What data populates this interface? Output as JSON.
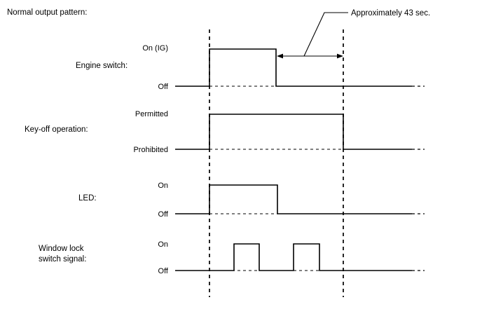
{
  "title": "Normal output pattern:",
  "annotation": {
    "text": "Approximately 43 sec."
  },
  "rows": [
    {
      "id": "engine-switch",
      "name": "Engine switch:",
      "high_label": "On (IG)",
      "low_label": "Off"
    },
    {
      "id": "key-off-operation",
      "name": "Key-off operation:",
      "high_label": "Permitted",
      "low_label": "Prohibited"
    },
    {
      "id": "led",
      "name": "LED:",
      "high_label": "On",
      "low_label": "Off"
    },
    {
      "id": "window-lock-switch-signal",
      "name_line1": "Window lock",
      "name_line2": "switch signal:",
      "high_label": "On",
      "low_label": "Off"
    }
  ],
  "chart_data": {
    "type": "line",
    "title": "Normal output pattern:",
    "xlabel": "",
    "ylabel": "",
    "xlim": [
      250,
      605
    ],
    "grid": false,
    "legend": null,
    "markers": [
      {
        "name": "t0-ignition-on",
        "x": 299
      },
      {
        "name": "t1-end-of-period",
        "x": 490
      }
    ],
    "annotations": [
      {
        "text": "Approximately 43 sec.",
        "from_x": 396,
        "to_x": 490,
        "y": 80,
        "style": "double-arrow"
      }
    ],
    "series": [
      {
        "name": "Engine switch",
        "high_label": "On (IG)",
        "low_label": "Off",
        "high_y": 70,
        "low_y": 123,
        "points": [
          [
            250,
            123
          ],
          [
            299,
            123
          ],
          [
            299,
            70
          ],
          [
            394,
            70
          ],
          [
            394,
            123
          ],
          [
            588,
            123
          ]
        ]
      },
      {
        "name": "Key-off operation",
        "high_label": "Permitted",
        "low_label": "Prohibited",
        "high_y": 163,
        "low_y": 213,
        "points": [
          [
            250,
            213
          ],
          [
            299,
            213
          ],
          [
            299,
            163
          ],
          [
            490,
            163
          ],
          [
            490,
            213
          ],
          [
            588,
            213
          ]
        ]
      },
      {
        "name": "LED",
        "high_label": "On",
        "low_label": "Off",
        "high_y": 264,
        "low_y": 305,
        "points": [
          [
            250,
            305
          ],
          [
            299,
            305
          ],
          [
            299,
            264
          ],
          [
            396,
            264
          ],
          [
            396,
            305
          ],
          [
            588,
            305
          ]
        ]
      },
      {
        "name": "Window lock switch signal",
        "high_label": "On",
        "low_label": "Off",
        "high_y": 348,
        "low_y": 386,
        "points": [
          [
            250,
            386
          ],
          [
            334,
            386
          ],
          [
            334,
            348
          ],
          [
            370,
            348
          ],
          [
            370,
            386
          ],
          [
            419,
            386
          ],
          [
            419,
            348
          ],
          [
            456,
            348
          ],
          [
            456,
            386
          ],
          [
            588,
            386
          ]
        ]
      }
    ]
  }
}
